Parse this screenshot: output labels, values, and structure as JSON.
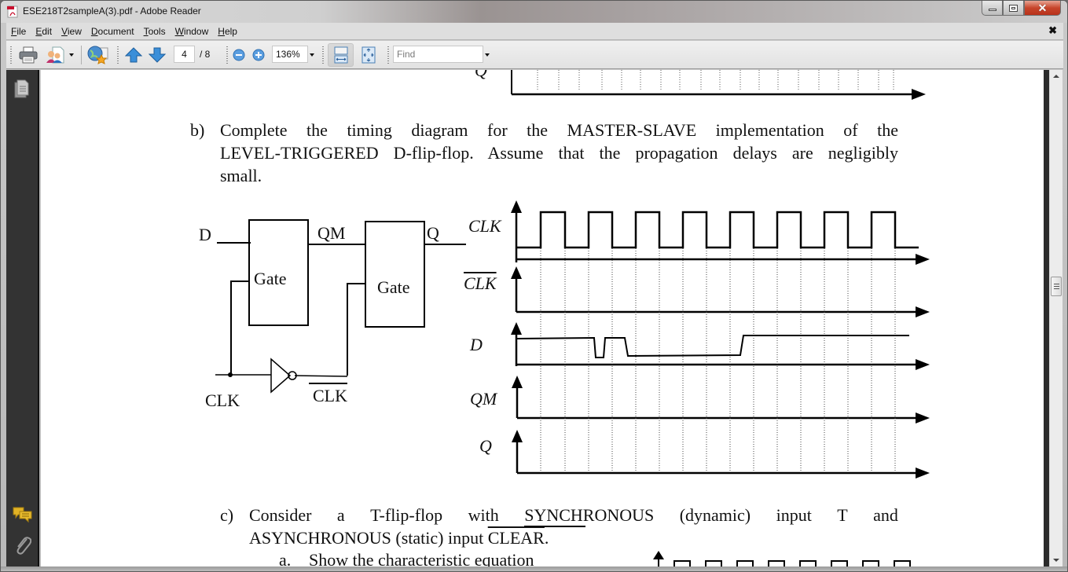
{
  "window": {
    "title": "ESE218T2sampleA(3).pdf - Adobe Reader",
    "controls": {
      "minimize": "minimize",
      "maximize": "maximize",
      "close": "✕"
    }
  },
  "menubar": {
    "items": [
      {
        "label": "File",
        "mnemonic": "F"
      },
      {
        "label": "Edit",
        "mnemonic": "E"
      },
      {
        "label": "View",
        "mnemonic": "V"
      },
      {
        "label": "Document",
        "mnemonic": "D"
      },
      {
        "label": "Tools",
        "mnemonic": "T"
      },
      {
        "label": "Window",
        "mnemonic": "W"
      },
      {
        "label": "Help",
        "mnemonic": "H"
      }
    ],
    "close_doc": "✖"
  },
  "toolbar": {
    "icons": [
      "print-icon",
      "collaborate-icon",
      "secure-icon",
      "prev-page-icon",
      "next-page-icon",
      "zoom-out-icon",
      "zoom-in-icon",
      "fit-width-icon",
      "fit-page-icon"
    ],
    "current_page": "4",
    "total_pages": "/ 8",
    "zoom_level": "136%",
    "find_placeholder": "Find"
  },
  "leftpanel": {
    "icons": [
      "pages-icon",
      "comments-icon",
      "attachments-icon"
    ]
  },
  "document": {
    "part_b": {
      "label": "b)",
      "line1": "Complete the timing diagram for the MASTER-SLAVE implementation of the",
      "line2": "LEVEL-TRIGGERED D-flip-flop. Assume that the propagation delays are negligibly",
      "line3": "small."
    },
    "circuit": {
      "input_d": "D",
      "gate1": "Gate",
      "qm": "QM",
      "gate2": "Gate",
      "output_q": "Q",
      "clk": "CLK",
      "clk_bar": "CLK"
    },
    "timing": {
      "signals": [
        "CLK",
        "CLK",
        "D",
        "QM",
        "Q"
      ],
      "top_prev_label": "Q"
    },
    "part_c": {
      "label": "c)",
      "line1_words": [
        "Consider",
        "a",
        "T-flip-flop",
        "with",
        "SYNCHRONOUS",
        "(dynamic)",
        "input",
        "T",
        "and"
      ],
      "line2_prefix": "ASYNCHRONOUS (static) input ",
      "line2_clear": "CLEAR",
      "line2_suffix": ".",
      "sub_a_label": "a.",
      "sub_a_text": "Show the characteristic equation"
    }
  }
}
